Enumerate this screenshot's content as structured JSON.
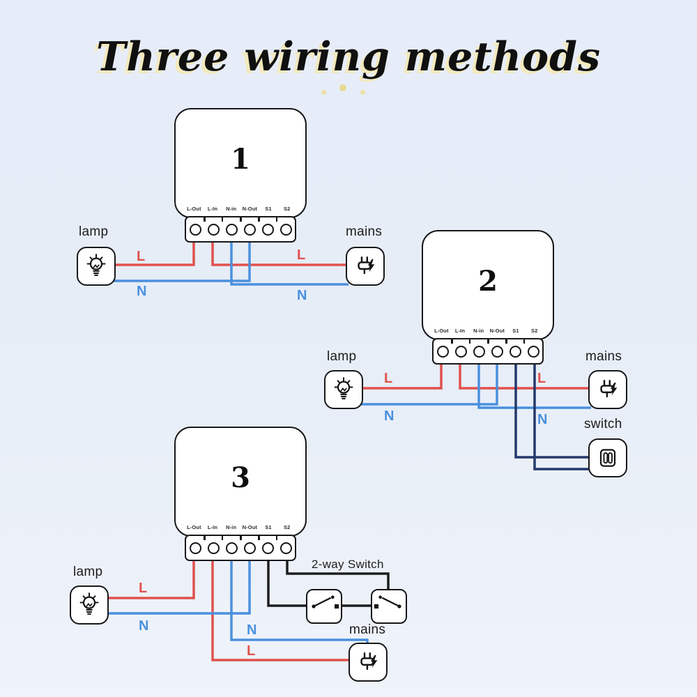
{
  "title": "Three wiring methods",
  "colors": {
    "background": "#e9eff8",
    "title_text": "#101010",
    "title_shadow": "#f2e9bd",
    "box_border": "#17171a",
    "wire_live_red": "#e0514d",
    "wire_neutral_blue": "#4b90dd",
    "wire_switch_navy": "#24396b",
    "wire_switch_black": "#1d1d1f"
  },
  "labels": {
    "live": "L",
    "neutral": "N"
  },
  "terminal_labels": [
    "L-Out",
    "L-In",
    "N-in",
    "N-Out",
    "S1",
    "S2"
  ],
  "icons": {
    "lamp": "lightbulb-icon",
    "mains": "power-plug-bolt-icon",
    "switch": "double-rocker-switch-icon",
    "two_way": "two-way-toggle-icon"
  },
  "diagrams": [
    {
      "number": "1",
      "lamp": "lamp",
      "mains": "mains"
    },
    {
      "number": "2",
      "lamp": "lamp",
      "mains": "mains",
      "switch": "switch"
    },
    {
      "number": "3",
      "lamp": "lamp",
      "mains": "mains",
      "two_way_switch": "2-way Switch"
    }
  ]
}
